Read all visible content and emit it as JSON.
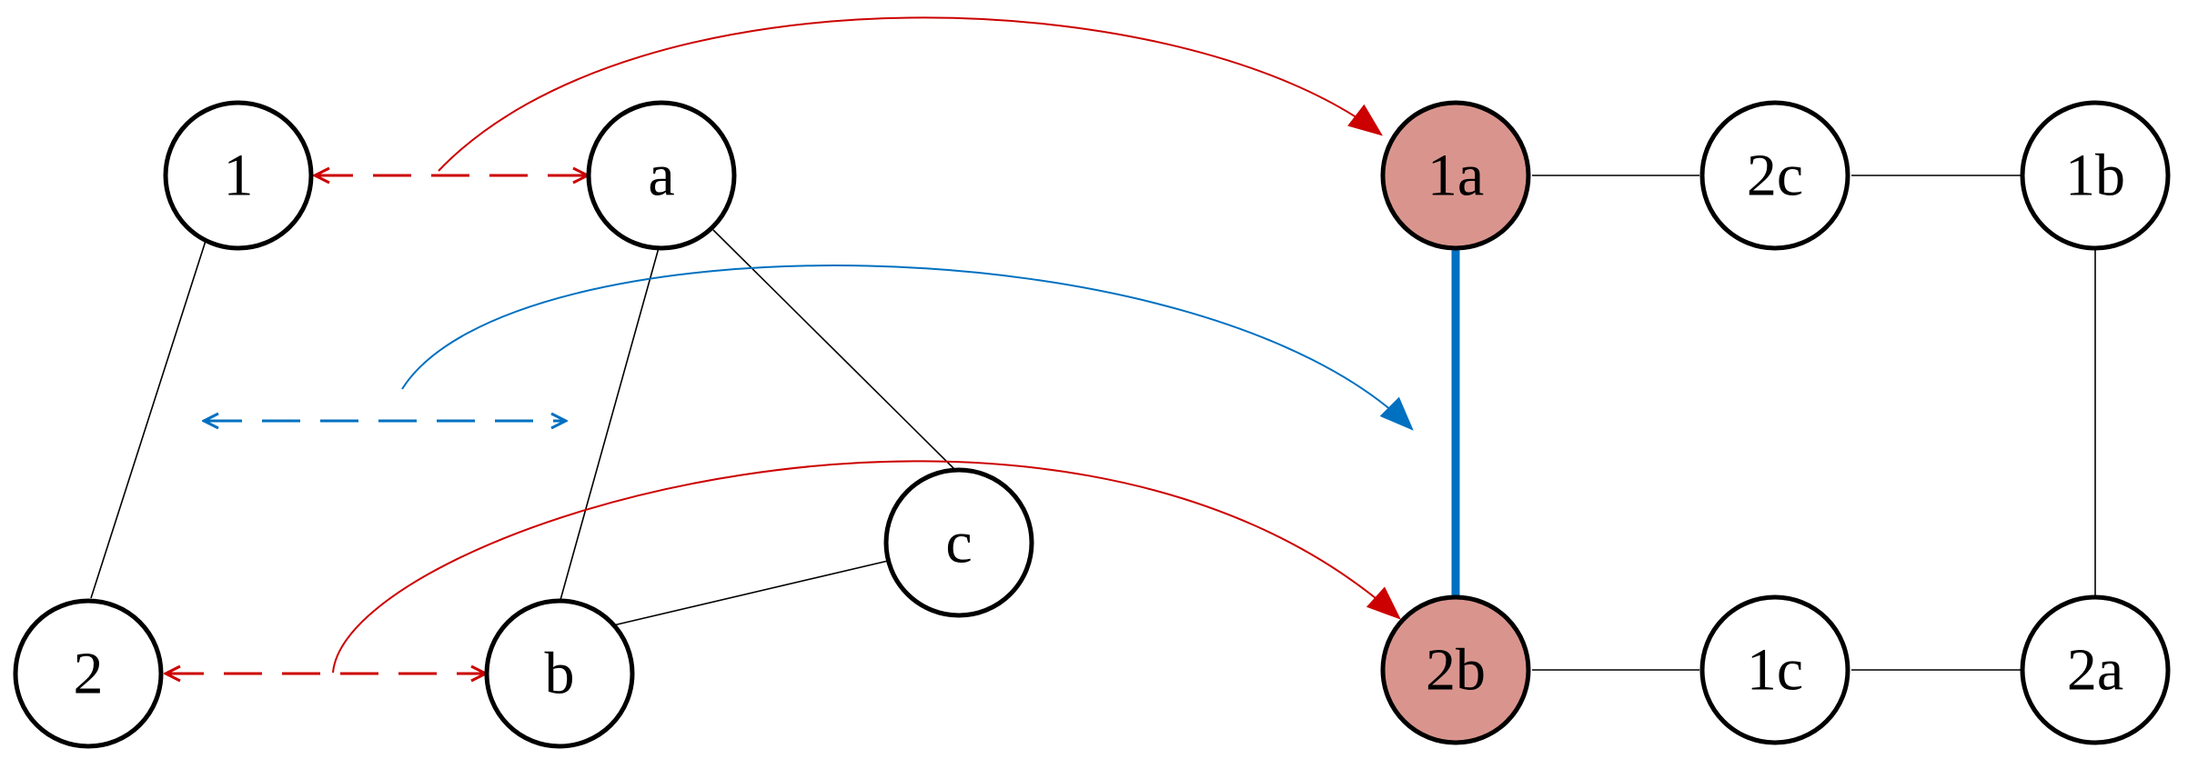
{
  "colors": {
    "background": "#ffffff",
    "node_fill": "#ffffff",
    "node_highlight_fill": "#d9958d",
    "node_stroke": "#000000",
    "edge": "#000000",
    "red_mapping": "#cc0000",
    "blue_mapping": "#0070c0",
    "highlight_edge": "#0070c0"
  },
  "left_graph": {
    "nodes": [
      {
        "id": "1",
        "label": "1",
        "highlight": false
      },
      {
        "id": "a",
        "label": "a",
        "highlight": false
      },
      {
        "id": "2",
        "label": "2",
        "highlight": false
      },
      {
        "id": "b",
        "label": "b",
        "highlight": false
      },
      {
        "id": "c",
        "label": "c",
        "highlight": false
      }
    ],
    "edges": [
      {
        "from": "1",
        "to": "2"
      },
      {
        "from": "a",
        "to": "b"
      },
      {
        "from": "a",
        "to": "c"
      },
      {
        "from": "b",
        "to": "c"
      }
    ]
  },
  "right_graph": {
    "nodes": [
      {
        "id": "1a",
        "label": "1a",
        "highlight": true
      },
      {
        "id": "2c",
        "label": "2c",
        "highlight": false
      },
      {
        "id": "1b",
        "label": "1b",
        "highlight": false
      },
      {
        "id": "2b",
        "label": "2b",
        "highlight": true
      },
      {
        "id": "1c",
        "label": "1c",
        "highlight": false
      },
      {
        "id": "2a",
        "label": "2a",
        "highlight": false
      }
    ],
    "edges": [
      {
        "from": "1a",
        "to": "2c",
        "highlight": false
      },
      {
        "from": "2c",
        "to": "1b",
        "highlight": false
      },
      {
        "from": "1b",
        "to": "2a",
        "highlight": false
      },
      {
        "from": "2b",
        "to": "1c",
        "highlight": false
      },
      {
        "from": "1c",
        "to": "2a",
        "highlight": false
      },
      {
        "from": "1a",
        "to": "2b",
        "highlight": true
      }
    ]
  },
  "pairings": [
    {
      "between": [
        "1",
        "a"
      ],
      "color": "red",
      "target": "1a"
    },
    {
      "between": [
        "2",
        "b"
      ],
      "color": "red",
      "target": "2b"
    },
    {
      "between": [
        "1-2 edge",
        "a-b edge"
      ],
      "color": "blue",
      "target": "1a-2b edge"
    }
  ]
}
